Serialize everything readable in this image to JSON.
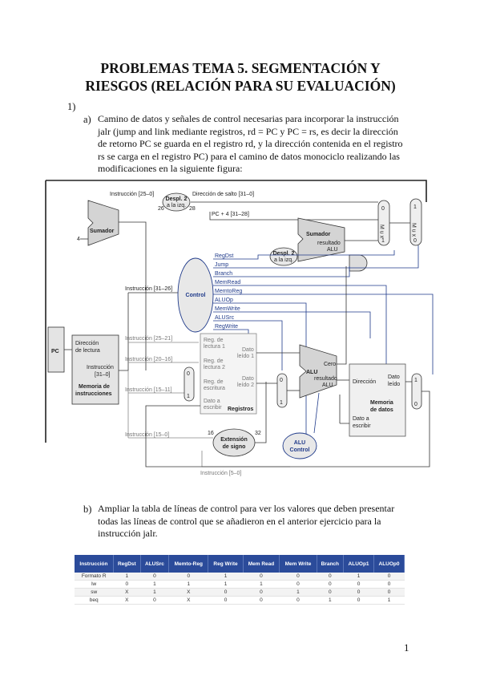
{
  "title": {
    "line1": "PROBLEMAS TEMA 5. SEGMENTACIÓN Y",
    "line2": "RIESGOS (RELACIÓN PARA SU EVALUACIÓN)"
  },
  "problem_number": "1)",
  "item_a": {
    "marker": "a)",
    "lines": [
      "Camino de datos y señales de control necesarias para incorporar la instrucción",
      "jalr (jump and link mediante registros, rd = PC y PC = rs, es decir la dirección",
      "de retorno PC se guarda en el registro rd, y la dirección contenida en el registro",
      "rs se carga en el registro PC) para el camino de datos monociclo realizando las",
      "modificaciones en la siguiente figura:"
    ]
  },
  "diagram": {
    "instr_25_0": "Instrucción [25–0]",
    "shift2_top": "Despl. 2",
    "shift2_top_b": "a la izq.",
    "n26": "26",
    "n28": "28",
    "jump_addr": "Dirección de salto [31–0]",
    "pc4": "PC + 4 [31–28]",
    "adder": "Sumador",
    "four": "4",
    "adder2": "Sumador",
    "alu_result": "resultado",
    "alu_label": "ALU",
    "shift2_mid": "Despl. 2",
    "shift2_mid_b": "a la izq.",
    "control_signals": [
      "RegDst",
      "Jump",
      "Branch",
      "MemRead",
      "MemtoReg",
      "ALUOp",
      "MemWrite",
      "ALUSrc",
      "RegWrite"
    ],
    "instr_31_26": "Instrucción [31–26]",
    "control": "Control",
    "pc": "PC",
    "imem_addr": "Dirección",
    "imem_addr_b": "de lectura",
    "imem_instr": "Instrucción",
    "imem_instr_b": "[31–0]",
    "imem_name": "Memoria de",
    "imem_name_b": "instrucciones",
    "instr_25_21": "Instrucción [25–21]",
    "instr_20_16": "Instrucción [20–16]",
    "instr_15_11": "Instrucción [15–11]",
    "instr_15_0": "Instrucción [15–0]",
    "instr_5_0": "Instrucción [5–0]",
    "reg_read1": "Reg. de",
    "reg_read1_b": "lectura 1",
    "reg_read2": "Reg. de",
    "reg_read2_b": "lectura 2",
    "reg_write": "Reg. de",
    "reg_write_b": "escritura",
    "write_data": "Dato a",
    "write_data_b": "escribir",
    "registers": "Registros",
    "data1": "Dato",
    "data1_b": "leído 1",
    "data2": "Dato",
    "data2_b": "leído 2",
    "alu": "ALU",
    "zero": "Cero",
    "alu_res": "resultado",
    "alu_res_b": "ALU",
    "sign_ext": "Extensión",
    "sign_ext_b": "de signo",
    "n16": "16",
    "n32": "32",
    "alu_control": "ALU",
    "alu_control_b": "Control",
    "dmem_addr": "Dirección",
    "dmem_data": "Dato",
    "dmem_data_b": "leído",
    "dmem_name": "Memoria",
    "dmem_name_b": "de datos",
    "dmem_write": "Dato a",
    "dmem_write_b": "escribir",
    "mux": "M u x",
    "mux0": "0",
    "mux1": "1"
  },
  "item_b": {
    "marker": "b)",
    "lines": [
      "Ampliar la tabla de líneas de control para ver los valores que deben presentar",
      "todas las líneas de control que se añadieron en el anterior ejercicio para la",
      "instrucción jalr."
    ]
  },
  "control_table": {
    "headers": [
      "Instrucción",
      "RegDst",
      "ALUSrc",
      "Memto-Reg",
      "Reg Write",
      "Mem Read",
      "Mem Write",
      "Branch",
      "ALUOp1",
      "ALUOp0"
    ],
    "rows": [
      [
        "Formato R",
        "1",
        "0",
        "0",
        "1",
        "0",
        "0",
        "0",
        "1",
        "0"
      ],
      [
        "lw",
        "0",
        "1",
        "1",
        "1",
        "1",
        "0",
        "0",
        "0",
        "0"
      ],
      [
        "sw",
        "X",
        "1",
        "X",
        "0",
        "0",
        "1",
        "0",
        "0",
        "0"
      ],
      [
        "beq",
        "X",
        "0",
        "X",
        "0",
        "0",
        "0",
        "1",
        "0",
        "1"
      ]
    ]
  },
  "page_number": "1"
}
